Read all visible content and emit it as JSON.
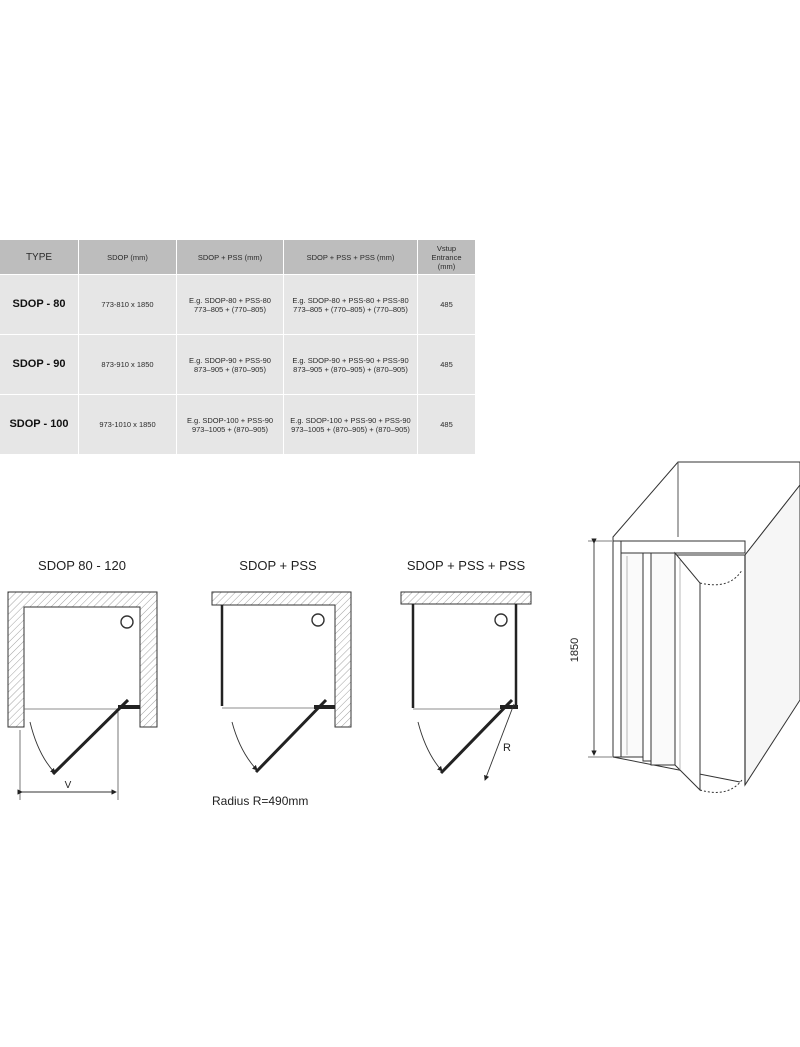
{
  "table": {
    "headers": {
      "type": "TYPE",
      "sdop": "SDOP (mm)",
      "sdop_pss": "SDOP + PSS (mm)",
      "sdop_pss_pss": "SDOP + PSS + PSS (mm)",
      "entrance": [
        "Vstup",
        "Entrance",
        "(mm)"
      ]
    },
    "rows": [
      {
        "type": "SDOP - 80",
        "sdop": "773-810 x 1850",
        "sdop_pss": [
          "E.g. SDOP-80 + PSS-80",
          "773–805 + (770–805)"
        ],
        "sdop_pss_pss": [
          "E.g. SDOP-80 + PSS-80 + PSS-80",
          "773–805 + (770–805) + (770–805)"
        ],
        "entrance": "485"
      },
      {
        "type": "SDOP - 90",
        "sdop": "873-910 x 1850",
        "sdop_pss": [
          "E.g. SDOP-90 + PSS-90",
          "873–905 + (870–905)"
        ],
        "sdop_pss_pss": [
          "E.g. SDOP-90 + PSS-90 + PSS-90",
          "873–905 + (870–905) + (870–905)"
        ],
        "entrance": "485"
      },
      {
        "type": "SDOP - 100",
        "sdop": "973-1010 x 1850",
        "sdop_pss": [
          "E.g. SDOP-100 + PSS-90",
          "973–1005 + (870–905)"
        ],
        "sdop_pss_pss": [
          "E.g. SDOP-100 + PSS-90 + PSS-90",
          "973–1005 + (870–905) + (870–905)"
        ],
        "entrance": "485"
      }
    ]
  },
  "diagrams": {
    "plan1_title": "SDOP 80 - 120",
    "plan2_title": "SDOP + PSS",
    "plan3_title": "SDOP + PSS + PSS",
    "v_label": "V",
    "r_label": "R",
    "radius_label": "Radius  R=490mm",
    "height_label": "1850"
  }
}
